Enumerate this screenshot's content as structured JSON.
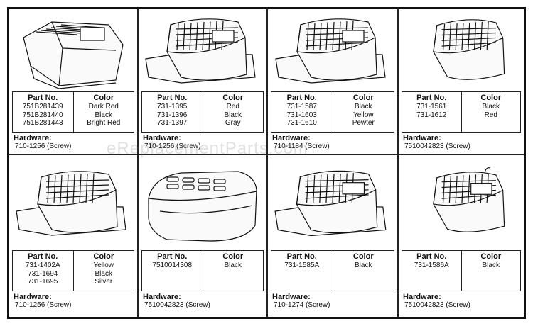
{
  "watermark": "eReplacementParts.com",
  "labels": {
    "part_no": "Part No.",
    "color": "Color",
    "hardware": "Hardware:"
  },
  "cells": [
    {
      "parts": [
        "751B281439",
        "751B281440",
        "751B281443"
      ],
      "colors": [
        "Dark Red",
        "Black",
        "Bright Red"
      ],
      "hardware": "710-1256 (Screw)"
    },
    {
      "parts": [
        "731-1395",
        "731-1396",
        "731-1397"
      ],
      "colors": [
        "Red",
        "Black",
        "Gray"
      ],
      "hardware": "710-1256 (Screw)"
    },
    {
      "parts": [
        "731-1587",
        "731-1603",
        "731-1610"
      ],
      "colors": [
        "Black",
        "Yellow",
        "Pewter"
      ],
      "hardware": "710-1184 (Screw)"
    },
    {
      "parts": [
        "731-1561",
        "731-1612"
      ],
      "colors": [
        "Black",
        "Red"
      ],
      "hardware": "7510042823 (Screw)"
    },
    {
      "parts": [
        "731-1402A",
        "731-1694",
        "731-1695"
      ],
      "colors": [
        "Yellow",
        "Black",
        "Silver"
      ],
      "hardware": "710-1256 (Screw)"
    },
    {
      "parts": [
        "7510014308"
      ],
      "colors": [
        "Black"
      ],
      "hardware": "7510042823 (Screw)"
    },
    {
      "parts": [
        "731-1585A"
      ],
      "colors": [
        "Black"
      ],
      "hardware": "710-1274 (Screw)"
    },
    {
      "parts": [
        "731-1586A"
      ],
      "colors": [
        "Black"
      ],
      "hardware": "7510042823 (Screw)"
    }
  ]
}
